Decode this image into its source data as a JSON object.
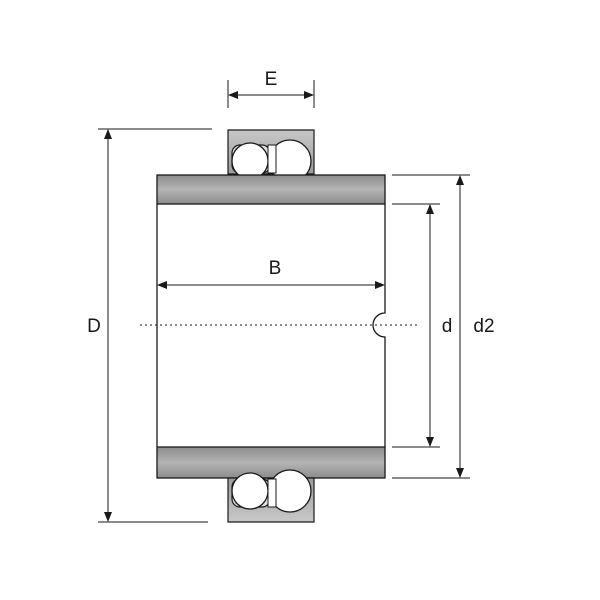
{
  "dimensions": {
    "E": "E",
    "B": "B",
    "D": "D",
    "d": "d",
    "d2": "d2"
  },
  "colors": {
    "line": "#1a1a1a",
    "ring_fill": "#9a9a9a",
    "ring_fill_light": "#d6d6d6",
    "ball_fill": "#ffffff"
  }
}
